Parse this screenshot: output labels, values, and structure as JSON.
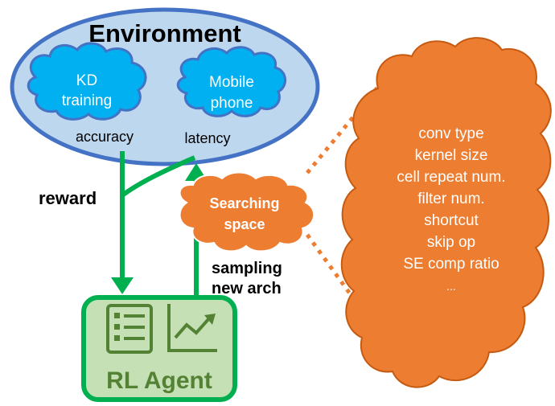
{
  "environment": {
    "title": "Environment",
    "kd_cloud": {
      "line1": "KD",
      "line2": "training"
    },
    "mobile_cloud": {
      "line1": "Mobile",
      "line2": "phone"
    },
    "accuracy_label": "accuracy",
    "latency_label": "latency"
  },
  "flow": {
    "reward_label": "reward",
    "sampling_line1": "sampling",
    "sampling_line2": "new arch"
  },
  "search_space": {
    "line1": "Searching",
    "line2": "space",
    "items": [
      "conv type",
      "kernel size",
      "cell repeat num.",
      "filter num.",
      "shortcut",
      "skip op",
      "SE comp ratio",
      "..."
    ]
  },
  "agent": {
    "label": "RL Agent",
    "icons": [
      "checklist-icon",
      "trend-chart-icon"
    ]
  },
  "colors": {
    "env_fill": "#bdd7ee",
    "env_stroke": "#4472c4",
    "cloud_blue": "#00b0f0",
    "cloud_orange": "#ed7d31",
    "arrow_green": "#00b050",
    "agent_fill": "#c5e0b4",
    "agent_icon": "#548235",
    "dotted_orange": "#ed7d31"
  }
}
